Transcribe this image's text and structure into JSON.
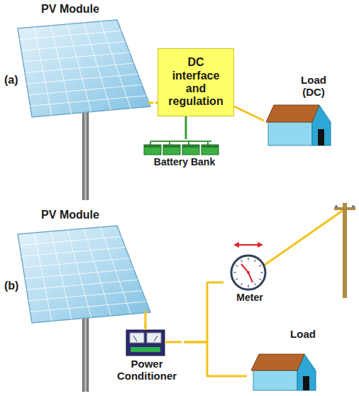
{
  "diagram": {
    "nodes": [
      {
        "text": [
          "PV Module"
        ]
      },
      {
        "text": [
          "DC interface and regulation"
        ]
      },
      {
        "text": [
          "Battery Bank"
        ]
      },
      {
        "text": [
          "Load (DC)"
        ]
      },
      {
        "text": [
          "PV Module"
        ]
      },
      {
        "text": [
          "Power Conditioner"
        ]
      },
      {
        "text": [
          "Meter"
        ]
      },
      {
        "text": [
          "Load"
        ]
      }
    ],
    "edges": [
      {
        "from": 0,
        "to": 1,
        "arrow": "none"
      },
      {
        "from": 1,
        "to": 2,
        "arrow": "none"
      },
      {
        "from": 1,
        "to": 3,
        "arrow": "none"
      },
      {
        "from": 4,
        "to": 5,
        "arrow": "none"
      },
      {
        "from": 5,
        "to": 6,
        "arrow": "none"
      },
      {
        "from": 5,
        "to": 7,
        "arrow": "none"
      }
    ],
    "labels": [
      "(a)",
      "(b)"
    ]
  }
}
